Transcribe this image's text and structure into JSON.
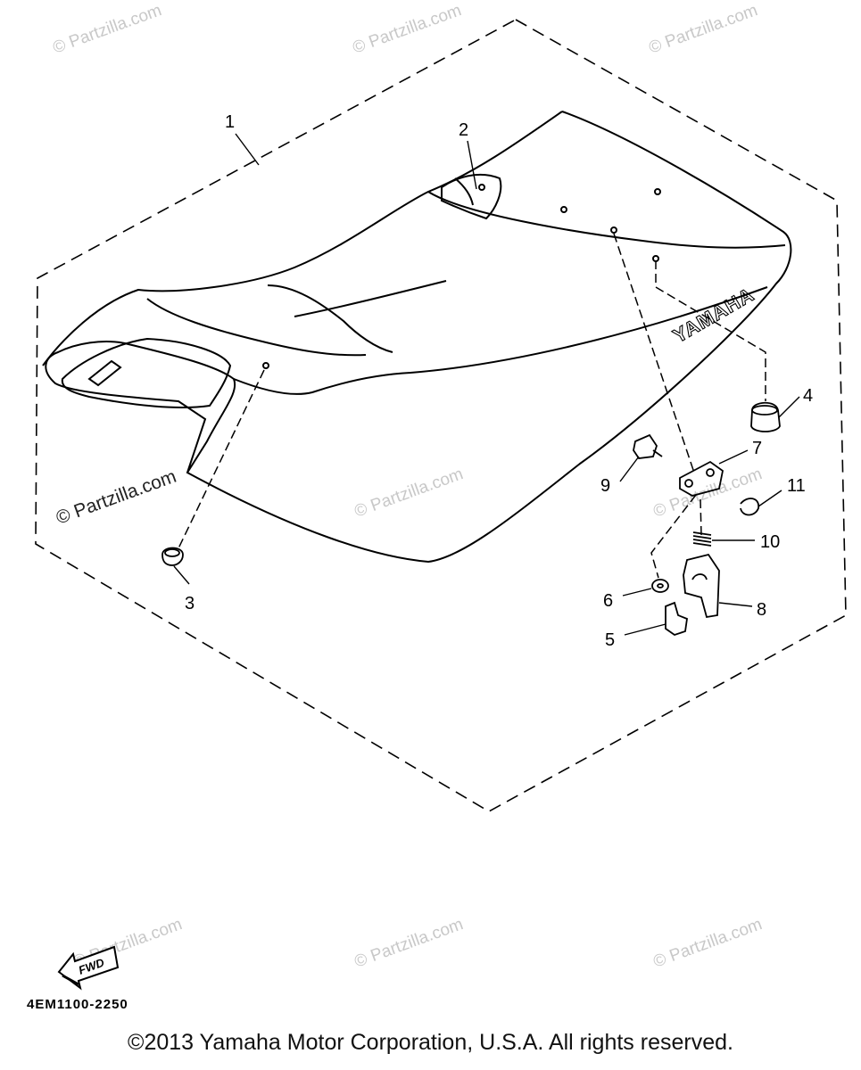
{
  "diagram": {
    "brand_text": "YAMAHA",
    "drawing_code": "4EM1100-2250",
    "fwd_label": "FWD",
    "callouts": [
      {
        "id": "1",
        "text": "1"
      },
      {
        "id": "2",
        "text": "2"
      },
      {
        "id": "3",
        "text": "3"
      },
      {
        "id": "4",
        "text": "4"
      },
      {
        "id": "5",
        "text": "5"
      },
      {
        "id": "6",
        "text": "6"
      },
      {
        "id": "7",
        "text": "7"
      },
      {
        "id": "8",
        "text": "8"
      },
      {
        "id": "9",
        "text": "9"
      },
      {
        "id": "10",
        "text": "10"
      },
      {
        "id": "11",
        "text": "11"
      }
    ]
  },
  "watermark": {
    "text": "© Partzilla.com",
    "color": "#c8c8c8"
  },
  "footer": {
    "copyright": "©2013 Yamaha Motor Corporation, U.S.A. All rights reserved."
  }
}
